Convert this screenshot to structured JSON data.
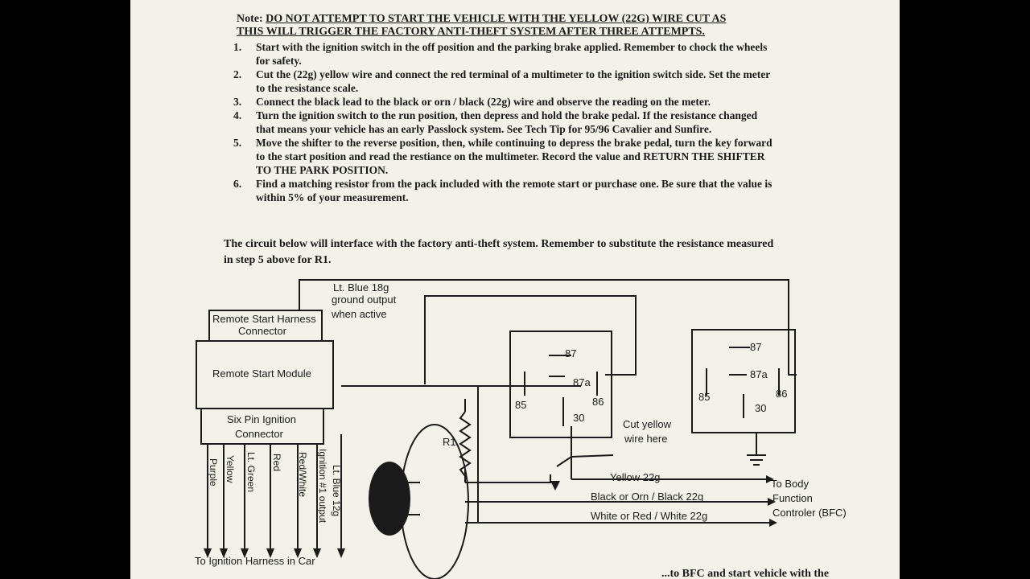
{
  "note": {
    "label": "Note:",
    "text_line1": "DO NOT ATTEMPT TO START THE VEHICLE WITH THE YELLOW (22G) WIRE CUT AS",
    "text_line2": "THIS WILL TRIGGER THE FACTORY ANTI-THEFT SYSTEM AFTER THREE ATTEMPTS."
  },
  "steps": [
    {
      "num": "1.",
      "text": "Start with the ignition switch in the off position and the parking brake applied.  Remember to chock the wheels for safety."
    },
    {
      "num": "2.",
      "text": "Cut the (22g) yellow wire and connect the red terminal of a multimeter to the ignition switch side.  Set the meter to the resistance scale."
    },
    {
      "num": "3.",
      "text": "Connect the black lead to the black or orn / black (22g) wire and observe the reading on the meter."
    },
    {
      "num": "4.",
      "text": "Turn the ignition switch to the run position, then depress and hold the brake pedal.  If the resistance changed that means your vehicle has an early Passlock system.  See Tech Tip for 95/96 Cavalier and Sunfire."
    },
    {
      "num": "5.",
      "text": "Move the shifter to the reverse position, then, while continuing to depress the brake pedal, turn the key forward to the start position and read the restiance on the multimeter.  Record the value and RETURN THE SHIFTER TO THE PARK POSITION."
    },
    {
      "num": "6.",
      "text": "Find a matching resistor from the pack included with the remote start or purchase one.  Be sure that the value is within 5% of your measurement."
    }
  ],
  "circuit_intro": "The circuit below will interface with the factory anti-theft system.  Remember to substitute the resistance measured in step 5 above for R1.",
  "diagram": {
    "harness_connector": [
      "Remote Start Harness",
      "Connector"
    ],
    "module": "Remote Start Module",
    "six_pin": [
      "Six Pin Ignition",
      "Connector"
    ],
    "lt_blue_note": [
      "Lt. Blue 18g",
      "ground output",
      "when active"
    ],
    "wires": [
      "Purple",
      "Yellow",
      "Lt. Green",
      "Red",
      "Red/White",
      "Ignition #1 output",
      "Lt. Blue 12g"
    ],
    "to_ignition": "To Ignition Harness in Car",
    "relay1": {
      "p87": "87",
      "p87a": "87a",
      "p85": "85",
      "p86": "86",
      "p30": "30"
    },
    "relay2": {
      "p87": "87",
      "p87a": "87a",
      "p85": "85",
      "p86": "86",
      "p30": "30"
    },
    "r1": "R1",
    "cut_note": [
      "Cut yellow",
      "wire here"
    ],
    "out_wires": [
      "Yellow 22g",
      "Black or Orn / Black  22g",
      "White or Red / White 22g"
    ],
    "bfc": [
      "To Body",
      "Function",
      "Controler (BFC)"
    ]
  },
  "footer_partial": "...to BFC and start vehicle with the"
}
